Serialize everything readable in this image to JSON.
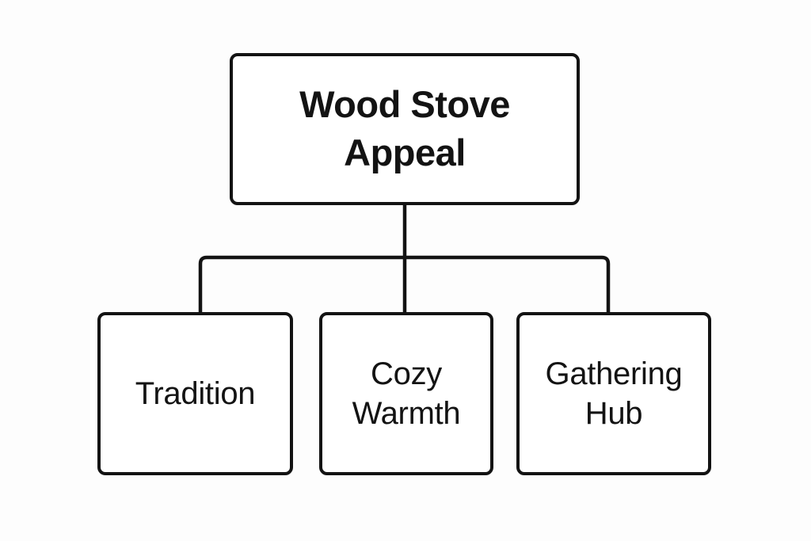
{
  "diagram": {
    "title": "Wood Stove Appeal",
    "type": "hierarchy-tree",
    "root": {
      "id": "wood-stove-appeal",
      "label": "Wood Stove Appeal",
      "lines": [
        "Wood Stove",
        "Appeal"
      ]
    },
    "children": [
      {
        "id": "tradition",
        "label": "Tradition",
        "lines": [
          "Tradition"
        ]
      },
      {
        "id": "cozy-warmth",
        "label": "Cozy Warmth",
        "lines": [
          "Cozy",
          "Warmth"
        ]
      },
      {
        "id": "gathering-hub",
        "label": "Gathering Hub",
        "lines": [
          "Gathering",
          "Hub"
        ]
      }
    ],
    "colors": {
      "background": "#fdfdfd",
      "node_fill": "#ffffff",
      "node_border": "#131313",
      "connector": "#131313",
      "text": "#131313"
    }
  }
}
